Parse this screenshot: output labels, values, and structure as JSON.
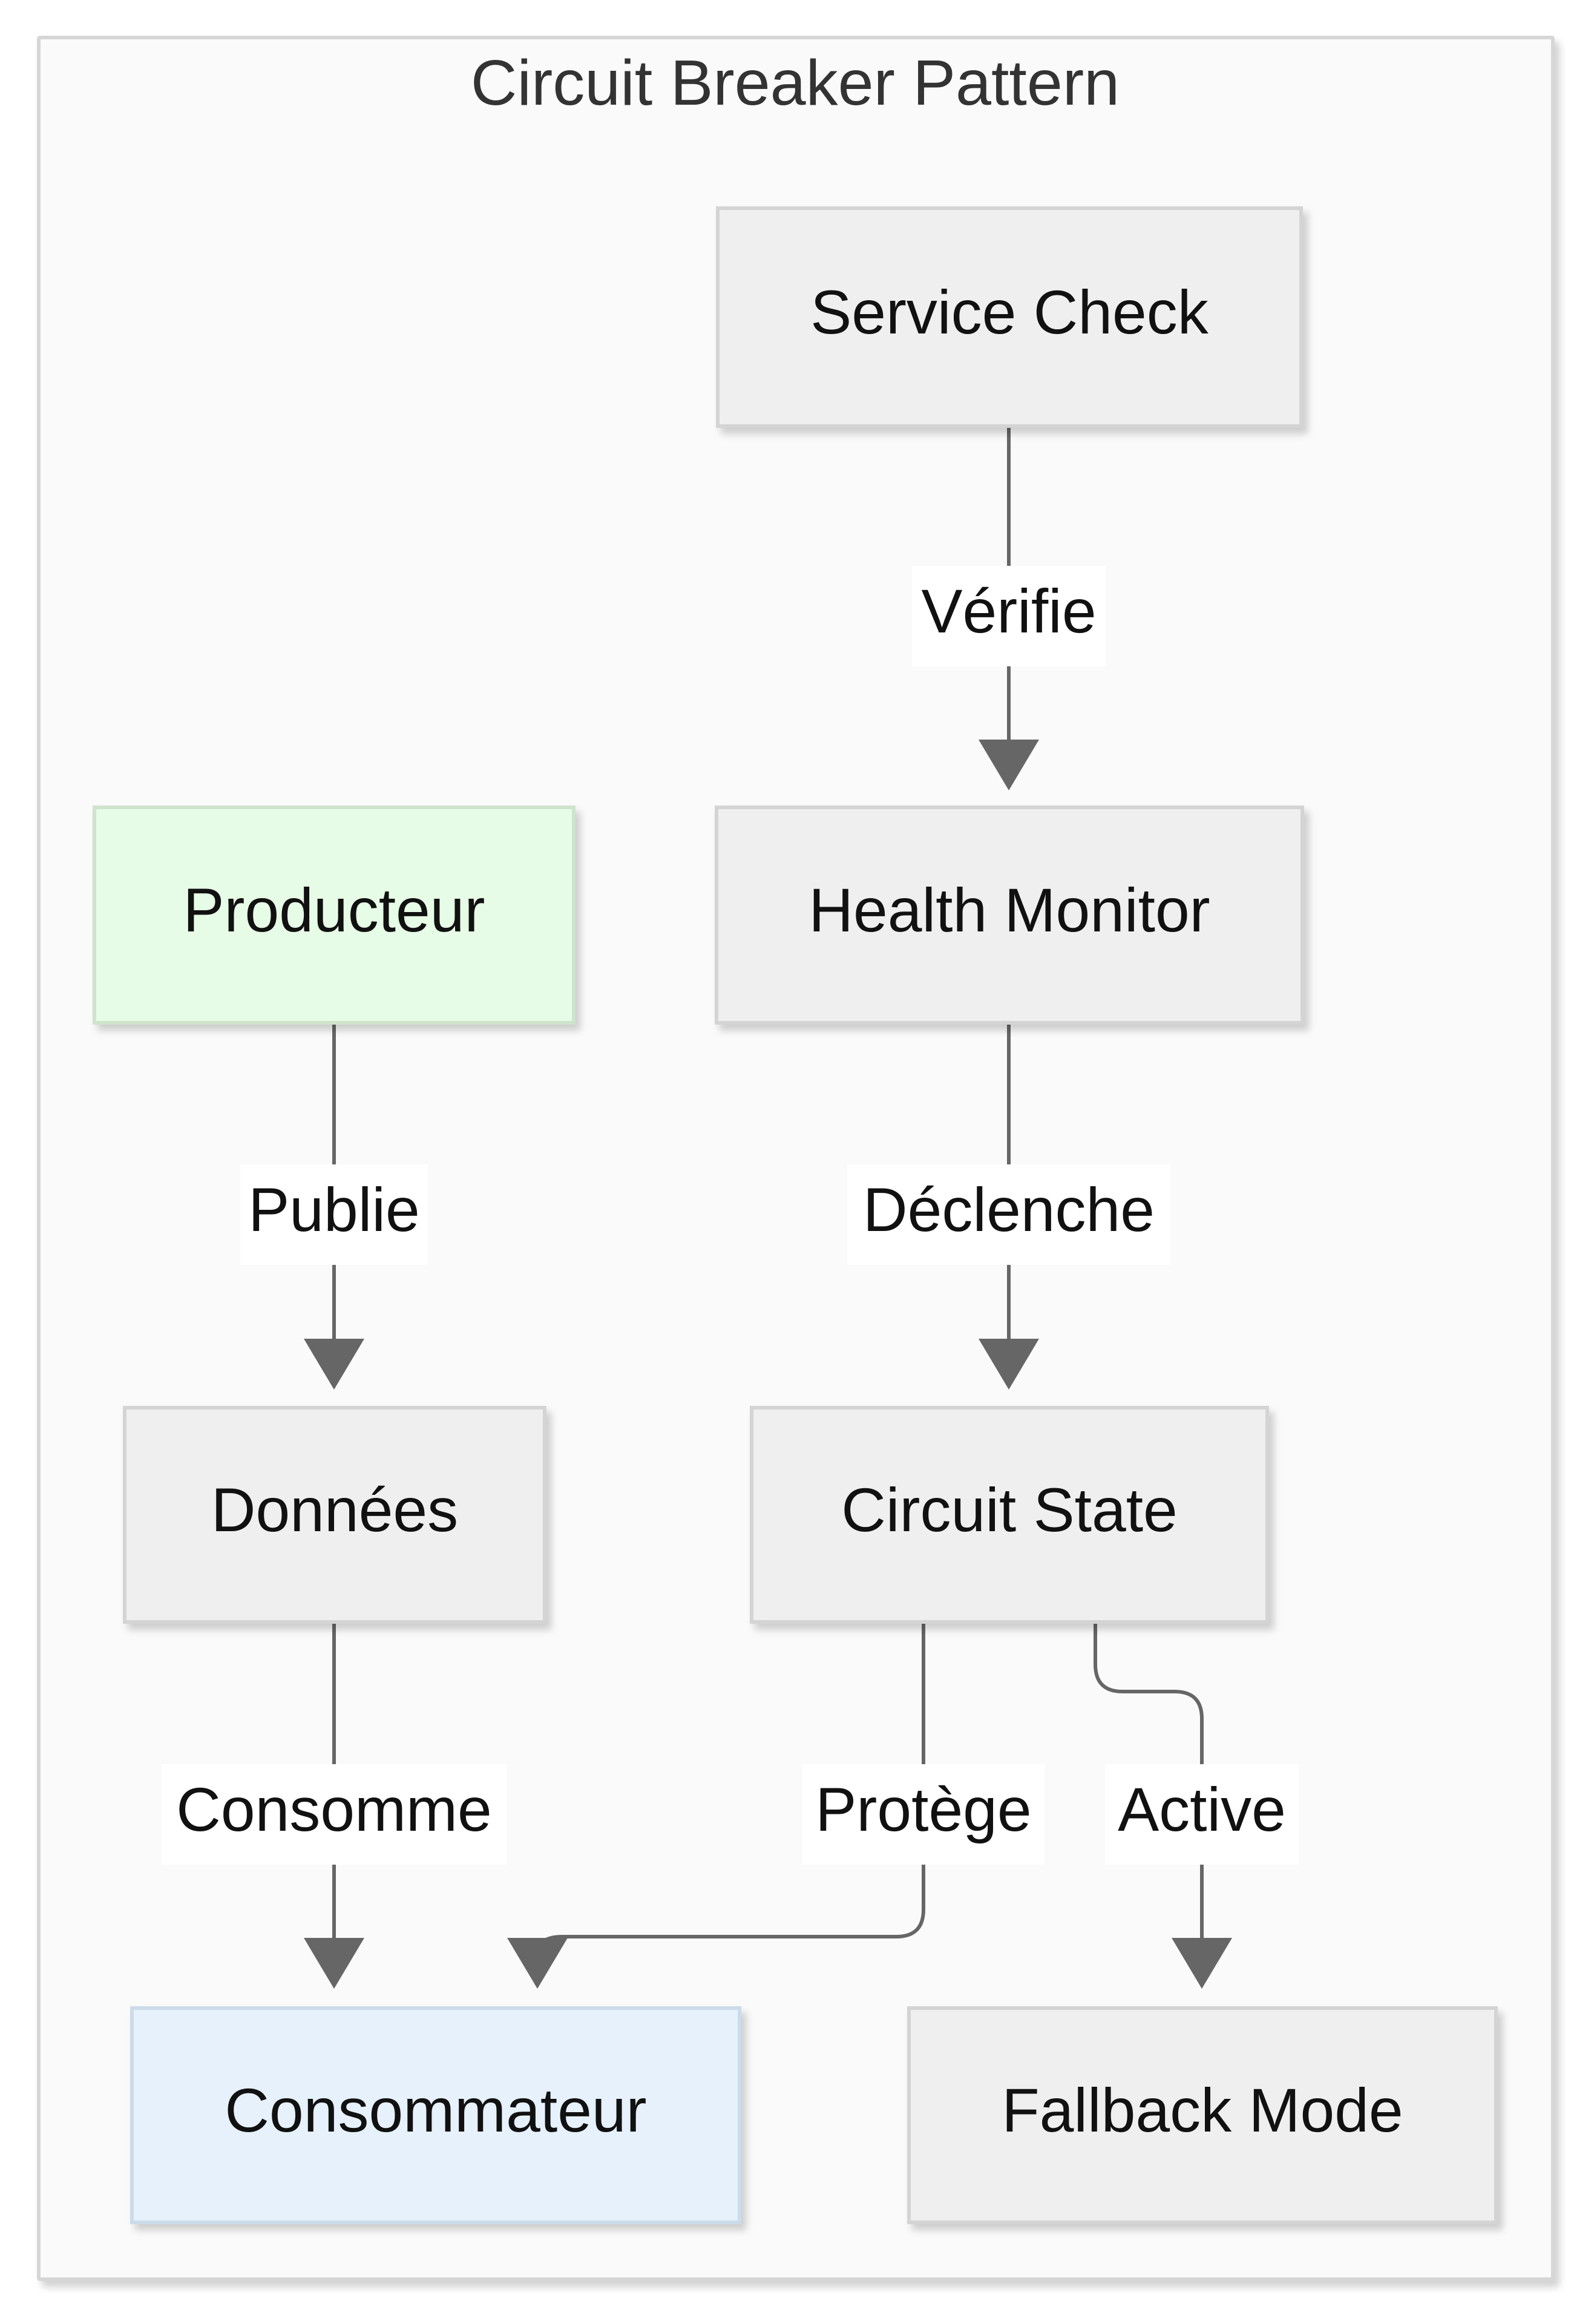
{
  "diagram": {
    "title": "Circuit Breaker Pattern",
    "nodes": {
      "service_check": {
        "label": "Service Check"
      },
      "health_monitor": {
        "label": "Health Monitor"
      },
      "producteur": {
        "label": "Producteur"
      },
      "donnees": {
        "label": "Données"
      },
      "circuit_state": {
        "label": "Circuit State"
      },
      "consommateur": {
        "label": "Consommateur"
      },
      "fallback_mode": {
        "label": "Fallback Mode"
      }
    },
    "edges": {
      "verifie": {
        "label": "Vérifie",
        "from": "Service Check",
        "to": "Health Monitor"
      },
      "declenche": {
        "label": "Déclenche",
        "from": "Health Monitor",
        "to": "Circuit State"
      },
      "publie": {
        "label": "Publie",
        "from": "Producteur",
        "to": "Données"
      },
      "consomme": {
        "label": "Consomme",
        "from": "Données",
        "to": "Consommateur"
      },
      "protege": {
        "label": "Protège",
        "from": "Circuit State",
        "to": "Consommateur"
      },
      "active": {
        "label": "Active",
        "from": "Circuit State",
        "to": "Fallback Mode"
      }
    },
    "colors": {
      "container_fill": "#fafafa",
      "container_stroke": "#d6d6d6",
      "node_fill": "#efefef",
      "node_stroke": "#d4d4d4",
      "producteur_fill": "#e7fce6",
      "producteur_stroke": "#cfe3cd",
      "consommateur_fill": "#e6f1fc",
      "consommateur_stroke": "#ccdbe9",
      "edge": "#666666",
      "label_bg": "#ffffff"
    }
  }
}
